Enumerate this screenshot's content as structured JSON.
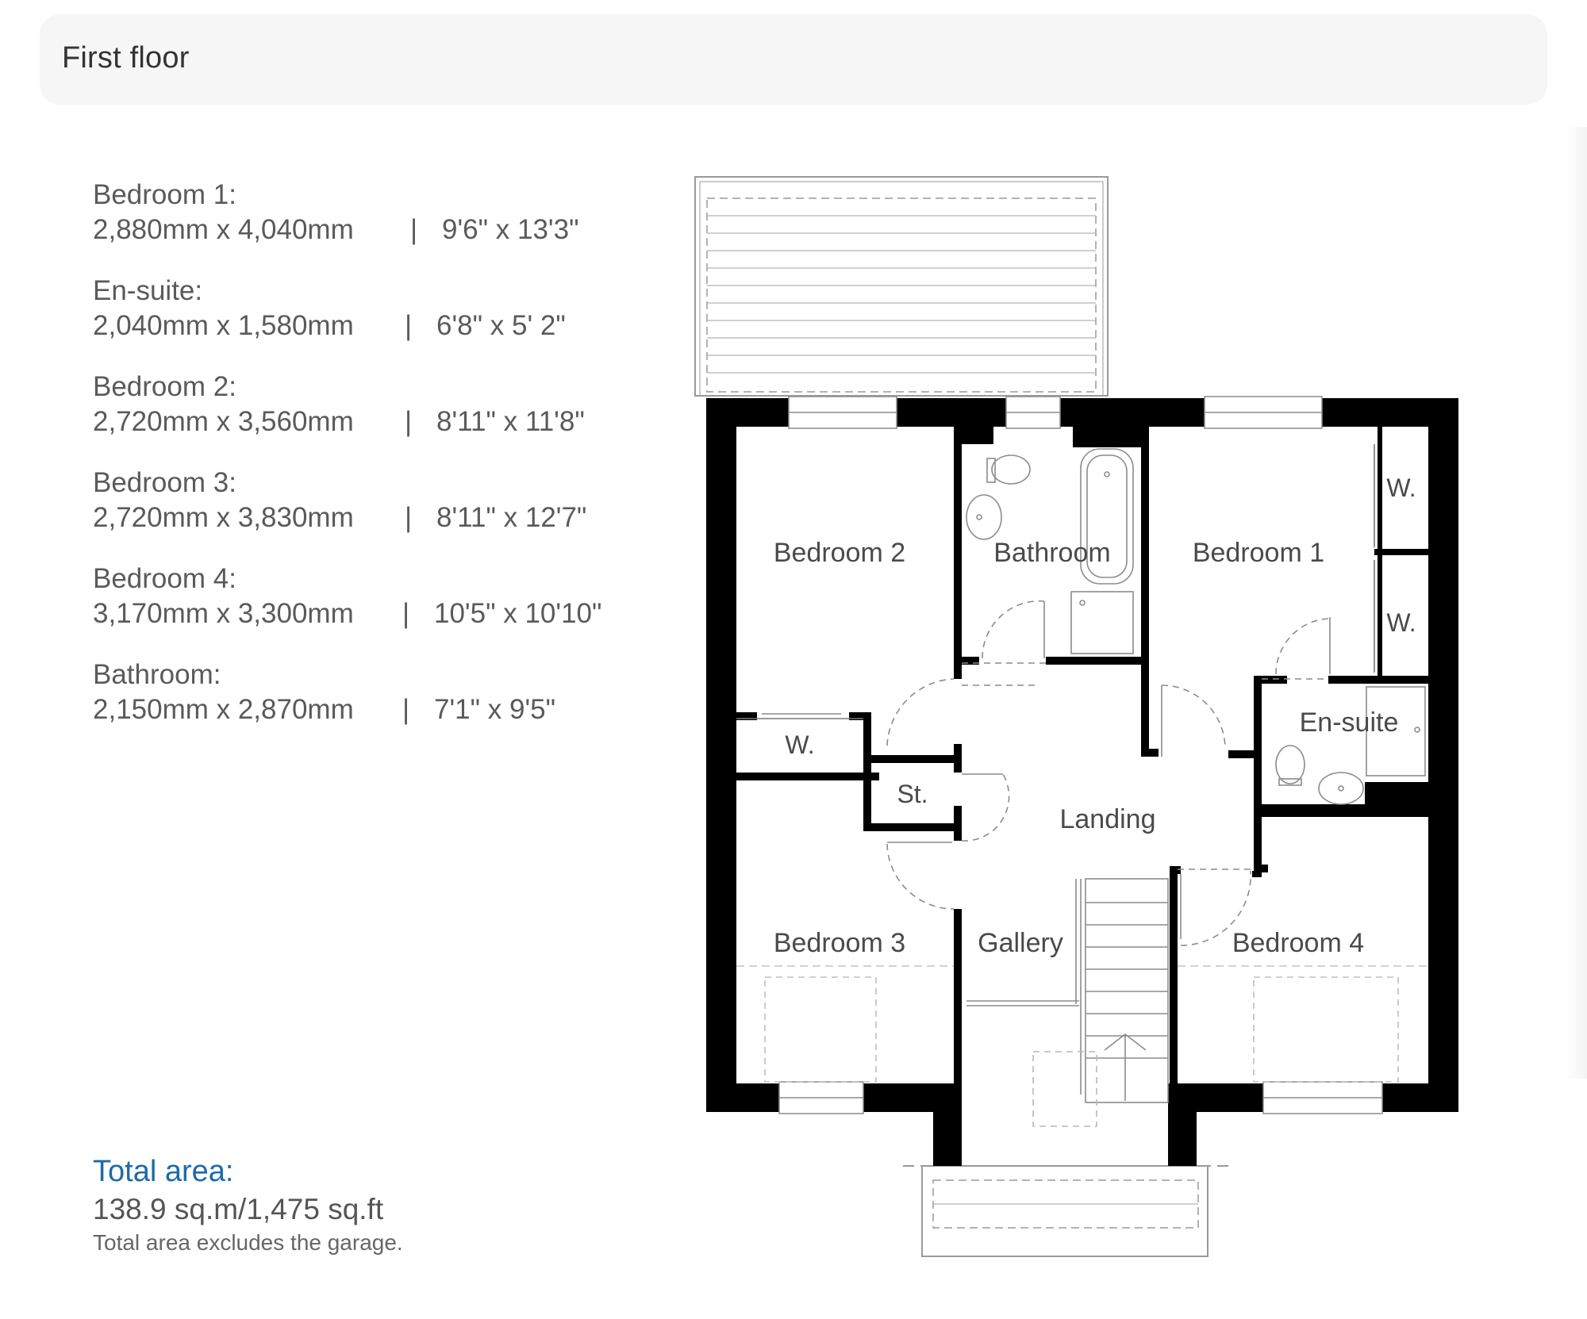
{
  "header": {
    "title": "First floor"
  },
  "rooms": [
    {
      "name": "Bedroom 1:",
      "metric": "2,880mm x 4,040mm",
      "sep": "|",
      "imperial": "9'6\" x 13'3\""
    },
    {
      "name": "En-suite:",
      "metric": "2,040mm x 1,580mm",
      "sep": "|",
      "imperial": "6'8\" x 5' 2\""
    },
    {
      "name": "Bedroom 2:",
      "metric": "2,720mm x 3,560mm",
      "sep": "|",
      "imperial": "8'11\" x 11'8\""
    },
    {
      "name": "Bedroom 3:",
      "metric": "2,720mm x 3,830mm",
      "sep": "|",
      "imperial": "8'11\" x 12'7\""
    },
    {
      "name": "Bedroom 4:",
      "metric": "3,170mm x 3,300mm",
      "sep": "|",
      "imperial": "10'5\" x 10'10\""
    },
    {
      "name": "Bathroom:",
      "metric": "2,150mm x 2,870mm",
      "sep": "|",
      "imperial": "7'1\" x 9'5\""
    }
  ],
  "total": {
    "label": "Total area:",
    "value": "138.9 sq.m/1,475 sq.ft",
    "note": "Total area excludes the garage."
  },
  "plan_labels": {
    "bedroom2": "Bedroom 2",
    "bathroom": "Bathroom",
    "bedroom1": "Bedroom 1",
    "wardrobe_b1_top": "W.",
    "wardrobe_b1_bottom": "W.",
    "wardrobe_b2": "W.",
    "store": "St.",
    "ensuite": "En-suite",
    "landing": "Landing",
    "bedroom3": "Bedroom 3",
    "gallery": "Gallery",
    "bedroom4": "Bedroom 4"
  }
}
